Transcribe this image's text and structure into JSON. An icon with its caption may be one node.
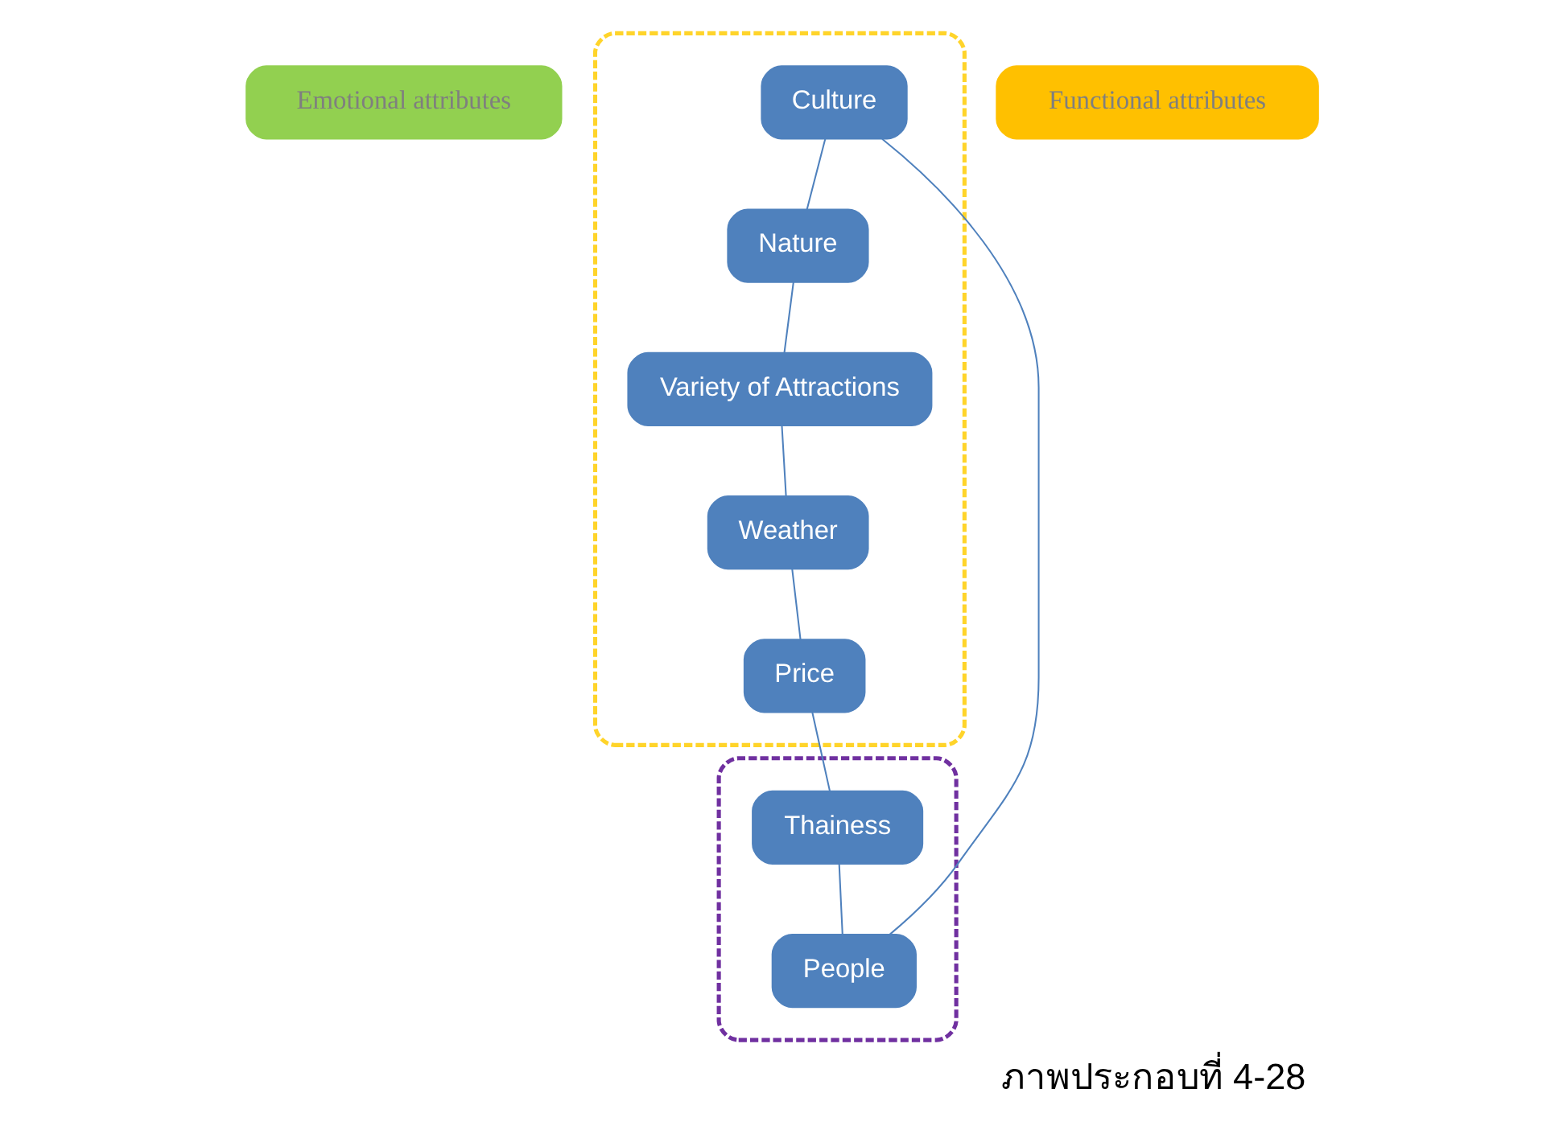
{
  "diagram": {
    "caption": "ภาพประกอบที่ 4-28",
    "nodes": [
      {
        "text": [
          "Emotional attributes"
        ]
      },
      {
        "text": [],
        "shape": "ellipse"
      },
      {
        "text": [
          "People"
        ],
        "in": 1
      },
      {
        "text": [
          "Thainess"
        ],
        "in": 1
      },
      {
        "text": [
          "Functional attributes"
        ]
      },
      {
        "text": [],
        "shape": "ellipse"
      },
      {
        "text": [
          "Culture"
        ],
        "in": 5
      },
      {
        "text": [
          "Nature"
        ],
        "in": 5
      },
      {
        "text": [
          "Variety of Attractions"
        ],
        "in": 5
      },
      {
        "text": [
          "Weather"
        ],
        "in": 5
      },
      {
        "text": [
          "Price"
        ],
        "in": 5
      }
    ],
    "edges": [
      {
        "from": 2,
        "to": 6,
        "arrow": "none"
      },
      {
        "from": 6,
        "to": 7,
        "arrow": "none"
      },
      {
        "from": 7,
        "to": 8,
        "arrow": "none"
      },
      {
        "from": 8,
        "to": 9,
        "arrow": "none"
      },
      {
        "from": 9,
        "to": 10,
        "arrow": "none"
      },
      {
        "from": 10,
        "to": 3,
        "arrow": "none"
      },
      {
        "from": 3,
        "to": 2,
        "arrow": "none"
      }
    ]
  }
}
